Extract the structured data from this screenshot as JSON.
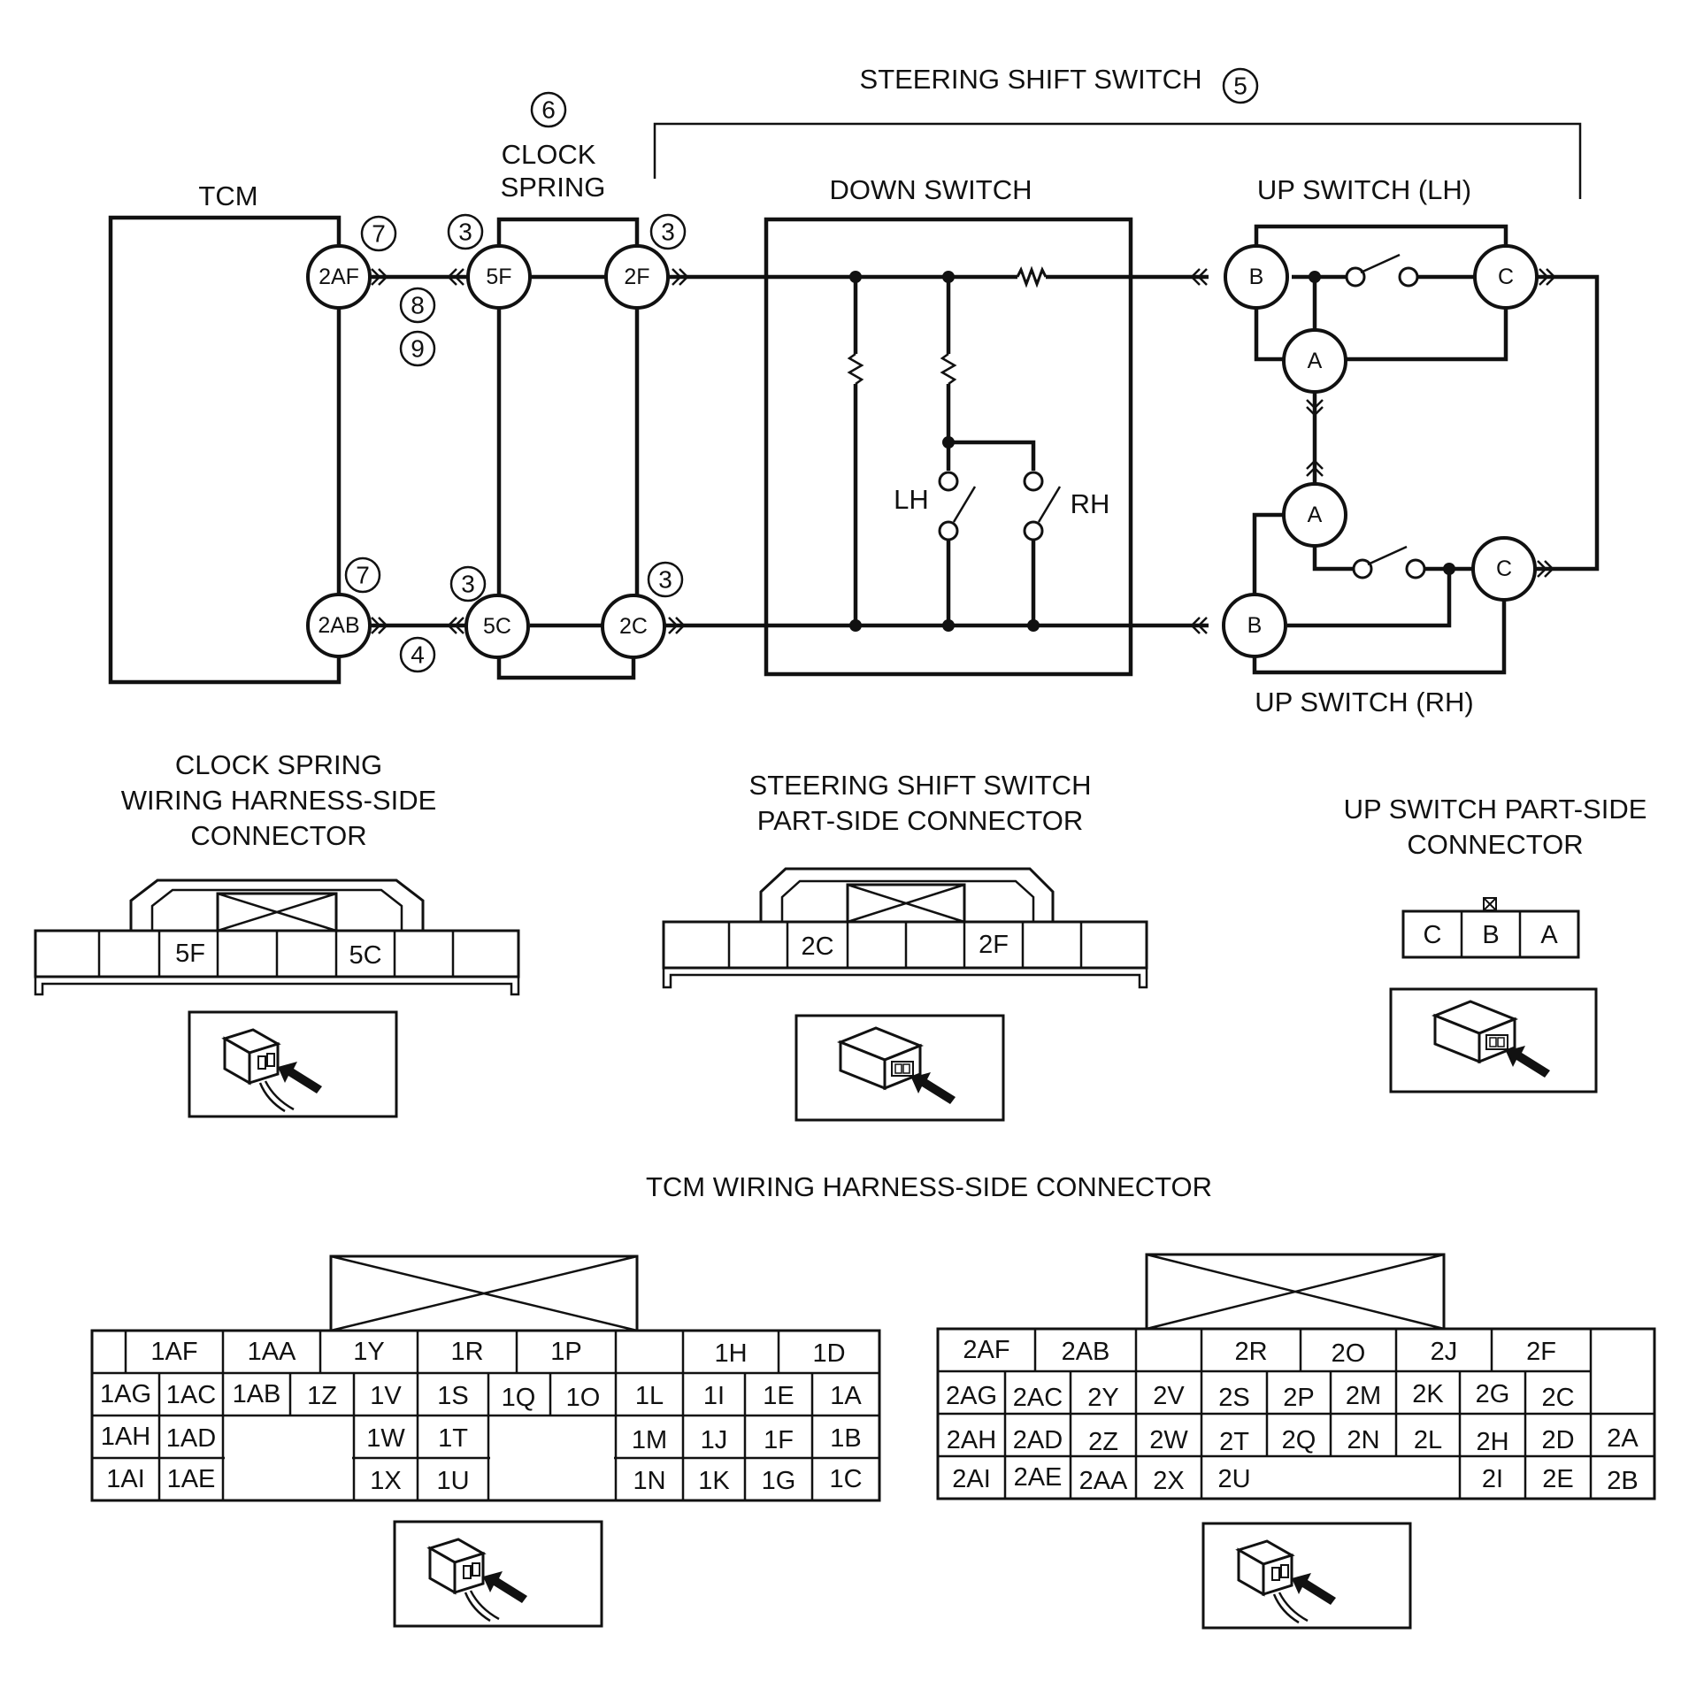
{
  "schematic": {
    "steering_shift_switch": "STEERING SHIFT SWITCH",
    "steering_shift_switch_num": "5",
    "clock_spring_num": "6",
    "clock_spring_line1": "CLOCK",
    "clock_spring_line2": "SPRING",
    "tcm": "TCM",
    "down_switch": "DOWN SWITCH",
    "up_switch_lh": "UP SWITCH (LH)",
    "up_switch_rh": "UP SWITCH (RH)",
    "lh": "LH",
    "rh": "RH",
    "callouts": {
      "tcm_top": "7",
      "tcm_bottom": "7",
      "cs_left_top": "3",
      "cs_right_top": "3",
      "cs_left_bottom": "3",
      "cs_right_bottom": "3",
      "harness_top_a": "8",
      "harness_top_b": "9",
      "harness_bottom": "4"
    },
    "terminals": {
      "tcm_2af": "2AF",
      "tcm_2ab": "2AB",
      "cs_5f": "5F",
      "cs_5c": "5C",
      "ss_2f": "2F",
      "ss_2c": "2C",
      "up_lh_b": "B",
      "up_lh_c": "C",
      "up_lh_a": "A",
      "up_rh_a": "A",
      "up_rh_b": "B",
      "up_rh_c": "C"
    }
  },
  "connectors": {
    "clock_spring": {
      "line1": "CLOCK SPRING",
      "line2": "WIRING HARNESS-SIDE",
      "line3": "CONNECTOR",
      "pin_a": "5F",
      "pin_b": "5C"
    },
    "steering_shift": {
      "line1": "STEERING SHIFT SWITCH",
      "line2": "PART-SIDE CONNECTOR",
      "pin_a": "2C",
      "pin_b": "2F"
    },
    "up_switch": {
      "line1": "UP SWITCH PART-SIDE",
      "line2": "CONNECTOR",
      "pins": [
        "C",
        "B",
        "A"
      ]
    },
    "tcm": {
      "title": "TCM WIRING HARNESS-SIDE CONNECTOR",
      "connector1_rows": [
        [
          "",
          "1AF",
          "1AA",
          "1Y",
          "1R",
          "1P",
          "",
          "1H",
          "1D"
        ],
        [
          "1AG",
          "1AC",
          "1AB",
          "1Z",
          "1V",
          "1S",
          "1Q",
          "1O",
          "1L",
          "1I",
          "1E",
          "1A"
        ],
        [
          "1AH",
          "1AD",
          "1W",
          "1T",
          "1M",
          "1J",
          "1F",
          "1B"
        ],
        [
          "1AI",
          "1AE",
          "1X",
          "1U",
          "1N",
          "1K",
          "1G",
          "1C"
        ]
      ],
      "connector2_rows": [
        [
          "2AF",
          "2AB",
          "",
          "2R",
          "2O",
          "2J",
          "2F",
          ""
        ],
        [
          "2AG",
          "2AC",
          "2Y",
          "2V",
          "2S",
          "2P",
          "2M",
          "2K",
          "2G",
          "2C"
        ],
        [
          "2AH",
          "2AD",
          "2Z",
          "2W",
          "2T",
          "2Q",
          "2N",
          "2L",
          "2H",
          "2D",
          "2A"
        ],
        [
          "2AI",
          "2AE",
          "2AA",
          "2X",
          "2U",
          "2I",
          "2E",
          "2B"
        ]
      ]
    }
  }
}
